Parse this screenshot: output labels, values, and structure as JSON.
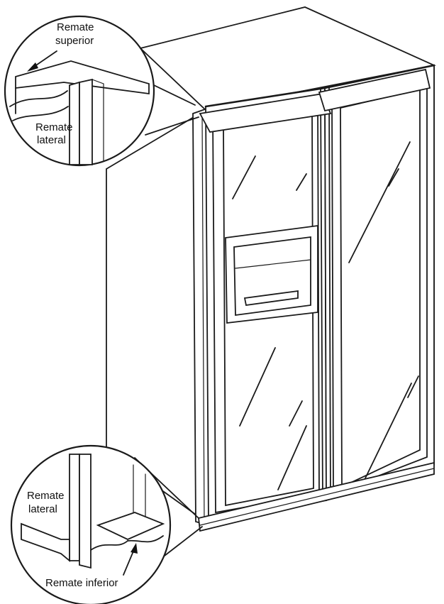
{
  "callouts": {
    "top": {
      "label_superior_line1": "Remate",
      "label_superior_line2": "superior",
      "label_lateral_line1": "Remate",
      "label_lateral_line2": "lateral"
    },
    "bottom": {
      "label_lateral_line1": "Remate",
      "label_lateral_line2": "lateral",
      "label_inferior": "Remate inferior"
    }
  }
}
